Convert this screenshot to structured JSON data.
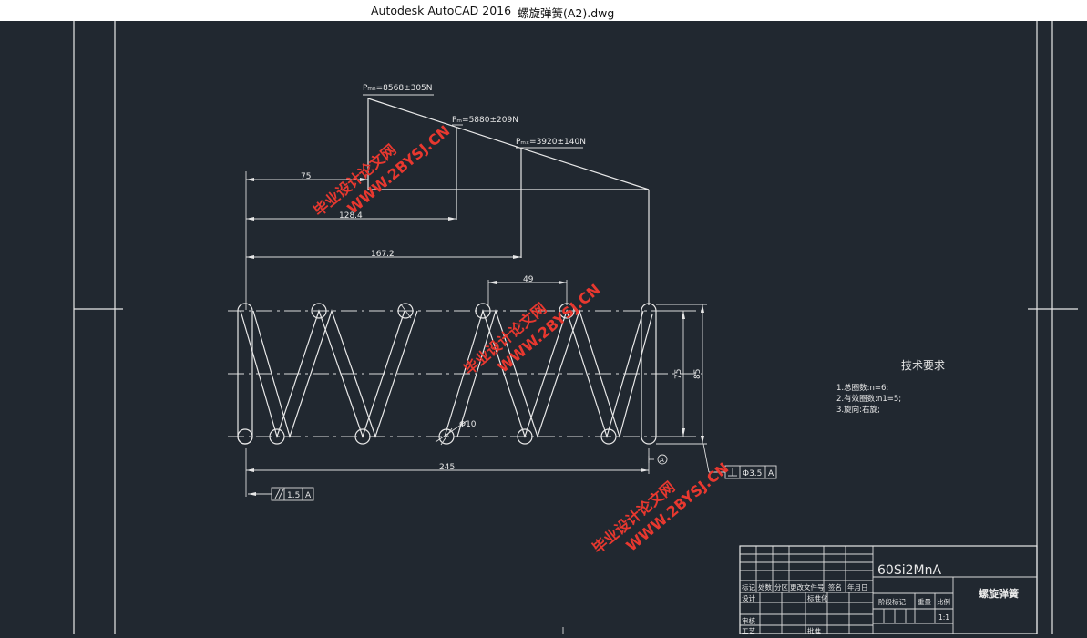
{
  "window": {
    "app_title": "Autodesk AutoCAD 2016",
    "file_name": "螺旋弹簧(A2).dwg"
  },
  "drawing": {
    "loads": {
      "p_max": "Pₘₙ=8568±305N",
      "p_mid": "Pₘ=5880±209N",
      "p_min": "Pₘₓ=3920±140N"
    },
    "dims": {
      "d75": "75",
      "d128": "128.4",
      "d167": "167.2",
      "d49": "49",
      "d245": "245",
      "wire": "Φ10",
      "inner": "75",
      "outer": "85"
    },
    "tolerances": {
      "parallel_value": "1.5",
      "parallel_datum": "A",
      "perp_value": "Φ3.5",
      "perp_datum": "A",
      "datum_symbol": "A"
    },
    "requirements": {
      "title": "技术要求",
      "items": [
        "1.总圈数:n=6;",
        "2.有效圈数:n1=5;",
        "3.旋向:右旋;"
      ]
    },
    "title_block": {
      "material": "60Si2MnA",
      "part_name": "螺旋弹簧",
      "headers": [
        "标记",
        "处数",
        "分区",
        "更改文件号",
        "签名",
        "年月日"
      ],
      "design": "设计",
      "standardize": "标准化",
      "stage_mark": "阶段标记",
      "weight": "重量",
      "scale": "比例",
      "scale_value": "1:1",
      "review": "审核",
      "process": "工艺",
      "approve": "批准"
    },
    "watermarks": [
      {
        "line1": "毕业设计论文网",
        "line2": "WWW.2BYSJ.CN"
      },
      {
        "line1": "毕业设计论文网",
        "line2": "WWW.2BYSJ.CN"
      },
      {
        "line1": "毕业设计论文网",
        "line2": "WWW.2BYSJ.CN"
      }
    ]
  }
}
